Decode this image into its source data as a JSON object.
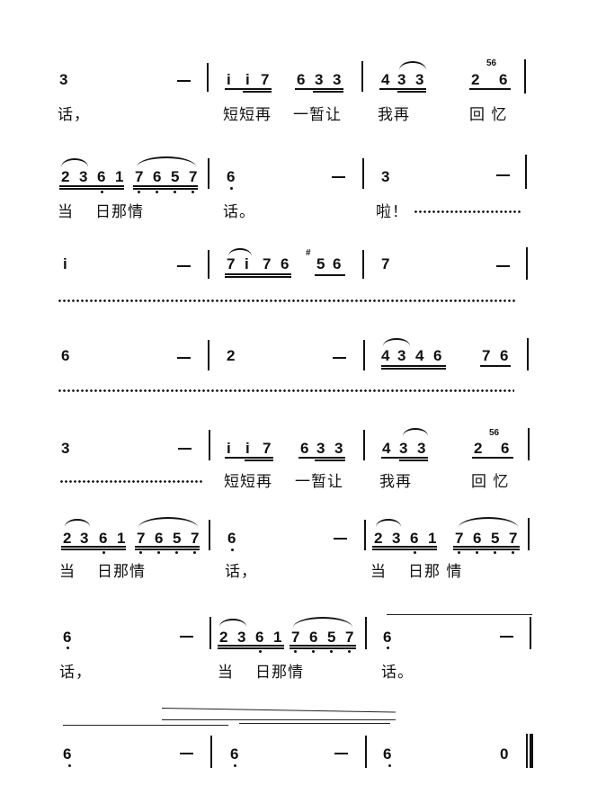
{
  "score": {
    "notation": "jianpu",
    "rows": [
      {
        "notes": [
          "3",
          "—",
          "|",
          "i i 7",
          "6 3 3",
          "|",
          "4 3 3",
          "2 6",
          "|"
        ],
        "grace_note": "56",
        "lyrics": [
          "话，",
          "短短再",
          "一暂让",
          "我再",
          "回 忆"
        ]
      },
      {
        "notes": [
          "2 3 6 1",
          "7 6 5 7",
          "|",
          "6",
          "—",
          "|",
          "3",
          "—",
          "|"
        ],
        "lyrics": [
          "当",
          "日那情",
          "话。",
          "啦！",
          "………………"
        ]
      },
      {
        "notes": [
          "i",
          "—",
          "|",
          "7 i 7 6",
          "#5 6",
          "|",
          "7",
          "—",
          "|"
        ],
        "accidental": "#",
        "lyrics": [
          "……………………………………………………………………"
        ]
      },
      {
        "notes": [
          "6",
          "—",
          "|",
          "2",
          "—",
          "|",
          "4 3 4 6",
          "7 6",
          "|"
        ],
        "lyrics": [
          "……………………………………………………………………"
        ]
      },
      {
        "notes": [
          "3",
          "—",
          "|",
          "i i 7",
          "6 3 3",
          "|",
          "4 3 3",
          "2 6",
          "|"
        ],
        "grace_note": "56",
        "lyrics": [
          "…………………………",
          "短短再",
          "一暂让",
          "我再",
          "回 忆"
        ]
      },
      {
        "notes": [
          "2 3 6 1",
          "7 6 5 7",
          "|",
          "6",
          "—",
          "|",
          "2 3 6 1",
          "7 6 5 7",
          "|"
        ],
        "lyrics": [
          "当",
          "日那情",
          "话，",
          "当",
          "日那 情"
        ]
      },
      {
        "notes": [
          "6",
          "—",
          "|",
          "2 3 6 1",
          "7 6 5 7",
          "|",
          "6",
          "—",
          "|"
        ],
        "lyrics": [
          "话，",
          "当",
          "日那情",
          "话。"
        ]
      },
      {
        "notes": [
          "6",
          "—",
          "|",
          "6",
          "—",
          "|",
          "6",
          "0",
          "‖"
        ],
        "lyrics": []
      }
    ]
  },
  "text": {
    "r1": {
      "n1": "3",
      "n2": "i",
      "n3": "i",
      "n4": "7",
      "n5": "6",
      "n6": "3",
      "n7": "3",
      "n8": "4",
      "n9": "3",
      "n10": "3",
      "n11": "2",
      "n12": "6",
      "grace": "56",
      "l1": "话，",
      "l2": "短短再",
      "l3": "一暂让",
      "l4": "我再",
      "l5": "回 忆"
    },
    "r2": {
      "a": "2",
      "b": "3",
      "c": "6",
      "d": "1",
      "e": "7",
      "f": "6",
      "g": "5",
      "h": "7",
      "i": "6",
      "j": "3",
      "l1": "当",
      "l2": "日那情",
      "l3": "话。",
      "l4": "啦！"
    },
    "r3": {
      "a": "i",
      "b": "7",
      "c": "i",
      "d": "7",
      "e": "6",
      "sharp": "#",
      "f": "5",
      "g": "6",
      "h": "7"
    },
    "r4": {
      "a": "6",
      "b": "2",
      "c": "4",
      "d": "3",
      "e": "4",
      "f": "6",
      "g": "7",
      "h": "6"
    },
    "r5": {
      "n1": "3",
      "l2": "短短再",
      "l3": "一暂让",
      "l4": "我再",
      "l5": "回 忆"
    },
    "r6": {
      "l1": "当",
      "l2": "日那情",
      "l3": "话，",
      "l4": "当",
      "l5": "日那 情"
    },
    "r7": {
      "a": "6",
      "l1": "话，",
      "l2": "当",
      "l3": "日那情",
      "l4": "话。"
    },
    "r8": {
      "a": "6",
      "b": "6",
      "c": "6",
      "d": "0"
    },
    "dash": "—"
  }
}
